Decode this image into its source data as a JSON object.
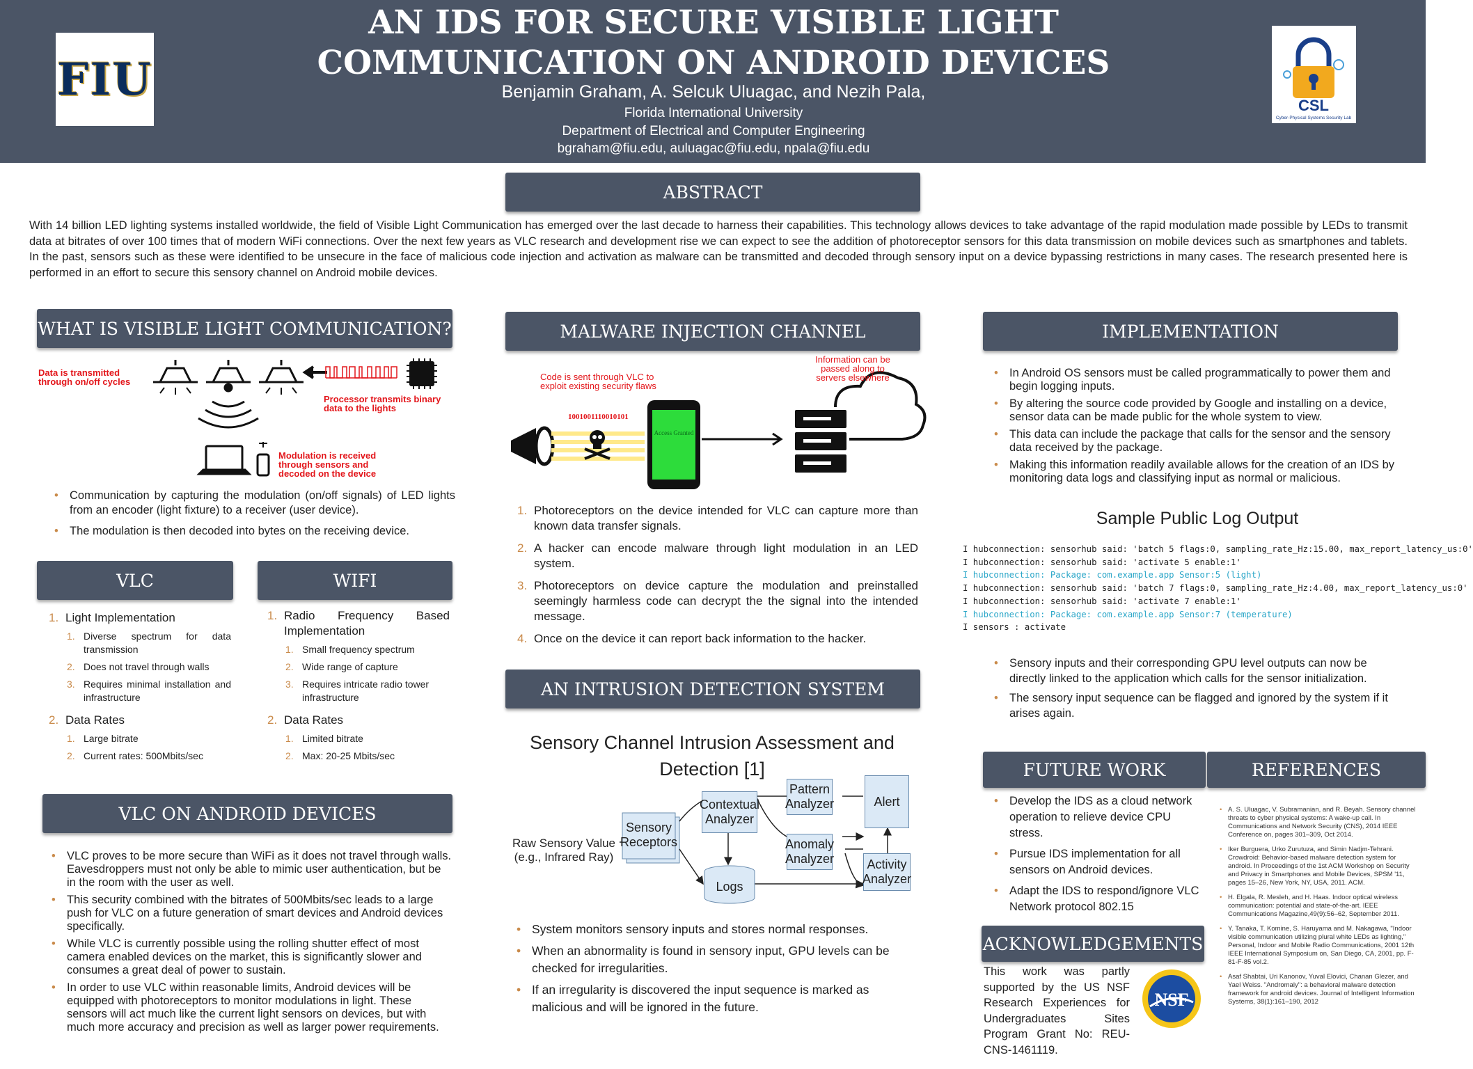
{
  "header": {
    "title": "AN IDS FOR SECURE VISIBLE LIGHT COMMUNICATION ON ANDROID DEVICES",
    "authors": "Benjamin Graham, A. Selcuk Uluagac, and Nezih Pala,",
    "university": "Florida International University",
    "department": "Department of Electrical and Computer Engineering",
    "emails": "bgraham@fiu.edu, auluagac@fiu.edu, npala@fiu.edu",
    "fiu_logo_text": "FIU",
    "csl_logo_text": "CSL",
    "csl_logo_subtext": "Cyber-Physical Systems Security Lab"
  },
  "abstract": {
    "heading": "ABSTRACT",
    "text": "With 14 billion LED lighting systems installed worldwide, the field of Visible Light Communication has emerged over the last decade to harness their capabilities. This technology allows devices to take advantage of the rapid modulation made possible by LEDs to transmit data at bitrates of over 100 times that of modern WiFi connections. Over the next few years as VLC research and development rise we can expect to see the addition of photoreceptor sensors for this data transmission on mobile devices such as smartphones and tablets. In the past, sensors such as these were identified to be unsecure in the face of malicious code injection and activation as malware can be transmitted and decoded through sensory input on a device bypassing restrictions in many cases. The research presented here is performed in an effort to secure this sensory channel on Android mobile devices."
  },
  "vlc_what": {
    "heading": "WHAT IS VISIBLE LIGHT COMMUNICATION?",
    "fig_label_1": "Data is transmitted through on/off cycles",
    "fig_label_2": "Processor transmits binary data to the lights",
    "fig_label_3": "Modulation is received through sensors and decoded on the device",
    "bullets": [
      "Communication by capturing the modulation (on/off signals) of LED lights from an encoder (light fixture) to a receiver (user device).",
      "The modulation is then decoded into bytes on the receiving device."
    ]
  },
  "vlc": {
    "heading": "VLC",
    "items": [
      {
        "num": "1.",
        "label": "Light Implementation",
        "sub": [
          {
            "num": "1.",
            "label": "Diverse spectrum for data transmission"
          },
          {
            "num": "2.",
            "label": "Does not travel through walls"
          },
          {
            "num": "3.",
            "label": "Requires minimal installation and infrastructure"
          }
        ]
      },
      {
        "num": "2.",
        "label": "Data Rates",
        "sub": [
          {
            "num": "1.",
            "label": "Large bitrate"
          },
          {
            "num": "2.",
            "label": "Current rates: 500Mbits/sec"
          }
        ]
      }
    ]
  },
  "wifi": {
    "heading": "WIFI",
    "items": [
      {
        "num": "1.",
        "label": "Radio Frequency Based Implementation",
        "sub": [
          {
            "num": "1.",
            "label": "Small frequency spectrum"
          },
          {
            "num": "2.",
            "label": "Wide range of capture"
          },
          {
            "num": "3.",
            "label": "Requires intricate radio tower infrastructure"
          }
        ]
      },
      {
        "num": "2.",
        "label": "Data Rates",
        "sub": [
          {
            "num": "1.",
            "label": "Limited bitrate"
          },
          {
            "num": "2.",
            "label": "Max: 20-25 Mbits/sec"
          }
        ]
      }
    ]
  },
  "vlc_android": {
    "heading": "VLC ON ANDROID DEVICES",
    "bullets": [
      "VLC proves to be more secure than WiFi as it does not travel through walls. Eavesdroppers must not only be able to mimic user authentication, but be in the room with the user as well.",
      "This security combined with the bitrates of 500Mbits/sec leads to a large push for VLC on a future generation of smart devices and Android devices specifically.",
      "While VLC is currently possible using the rolling shutter effect of most camera enabled devices on the market, this is significantly slower and consumes a great deal of power to sustain.",
      "In order to use VLC within reasonable limits, Android devices will be equipped with photoreceptors to monitor modulations in light. These sensors will act much like the current light sensors on devices, but with much more accuracy and precision as well as larger power requirements."
    ]
  },
  "malware": {
    "heading": "MALWARE INJECTION CHANNEL",
    "fig_label_1": "Code is sent through VLC to exploit existing security flaws",
    "fig_label_2": "Information can be passed along to servers elsewhere",
    "binary": "1001001110010101",
    "phone_text": "Access Granted",
    "items": [
      {
        "num": "1.",
        "label": "Photoreceptors on the device intended for VLC can capture more than known data transfer signals."
      },
      {
        "num": "2.",
        "label": "A hacker can encode malware through light modulation in an LED system."
      },
      {
        "num": "3.",
        "label": "Photoreceptors on device capture the modulation and preinstalled seemingly harmless code can decrypt the the signal into the intended message."
      },
      {
        "num": "4.",
        "label": "Once on the device it can report back information to the hacker."
      }
    ]
  },
  "ids": {
    "heading": "AN INTRUSION DETECTION SYSTEM",
    "fig_title": "Sensory Channel Intrusion Assessment and Detection [1]",
    "boxes": {
      "raw": "Raw Sensory Value (e.g., Infrared Ray)",
      "receptors": "Sensory Receptors",
      "contextual": "Contextual Analyzer",
      "logs": "Logs",
      "pattern": "Pattern Analyzer",
      "anomaly": "Anomaly Analyzer",
      "alert": "Alert",
      "activity": "Activity Analyzer"
    },
    "bullets": [
      "System monitors sensory inputs and stores normal responses.",
      "When an abnormality is found in sensory input, GPU levels can be checked for irregularities.",
      "If an irregularity is discovered the input sequence  is marked as malicious and will be ignored in the future."
    ]
  },
  "implementation": {
    "heading": "IMPLEMENTATION",
    "bullets": [
      "In Android OS sensors must be called programmatically to power them and begin logging inputs.",
      "By altering the source code provided by Google and installing on a device, sensor data can be made public for the whole system to view.",
      "This data can include the package that calls for the sensor and the sensory data received by the package.",
      "Making this information readily available allows for the creation of an IDS by monitoring data logs and classifying input as normal or malicious."
    ],
    "log_title": "Sample Public Log Output",
    "log_lines": [
      "I hubconnection: sensorhub said: 'batch 5 flags:0, sampling_rate_Hz:15.00, max_report_latency_us:0'",
      "I hubconnection: sensorhub said: 'activate 5 enable:1'",
      "I hubconnection: Package: com.example.app Sensor:5 (light)",
      "I hubconnection: sensorhub said: 'batch 7 flags:0, sampling_rate_Hz:4.00, max_report_latency_us:0'",
      "I hubconnection: sensorhub said: 'activate 7 enable:1'",
      "I hubconnection: Package: com.example.app Sensor:7 (temperature)",
      "I sensors : activate"
    ],
    "bullets2": [
      "Sensory inputs and their corresponding GPU level outputs can now be directly linked to the application which calls for the sensor initialization.",
      "The sensory input sequence can be flagged and ignored by the system if it arises again."
    ]
  },
  "future": {
    "heading": "FUTURE WORK",
    "bullets": [
      "Develop the IDS as a cloud network operation to relieve device CPU stress.",
      "Pursue IDS implementation for all sensors on Android devices.",
      "Adapt the IDS to respond/ignore VLC Network protocol 802.15"
    ]
  },
  "ack": {
    "heading": "ACKNOWLEDGEMENTS",
    "text": "This work was partly supported by the US NSF Research Experiences for Undergraduates Sites Program Grant No: REU-CNS-1461119.",
    "nsf_text": "NSF"
  },
  "references": {
    "heading": "REFERENCES",
    "items": [
      "A. S. Uluagac, V. Subramanian, and R. Beyah. Sensory channel threats to cyber physical systems: A wake-up call. In Communications and Network Security (CNS), 2014 IEEE Conference on, pages 301–309, Oct 2014.",
      "Iker Burguera, Urko Zurutuza, and Simin Nadjm-Tehrani. Crowdroid: Behavior-based malware detection system for android. In Proceedings of the 1st ACM Workshop on Security and Privacy in Smartphones and Mobile Devices, SPSM '11, pages 15–26, New York, NY, USA, 2011. ACM.",
      "H. Elgala, R. Mesleh, and H. Haas. Indoor optical wireless communication: potential and state-of-the-art. IEEE Communications Magazine,49(9):56–62, September 2011.",
      "Y. Tanaka, T. Komine, S. Haruyama and M. Nakagawa, \"Indoor visible communication utilizing plural white LEDs as lighting,\" Personal, Indoor and Mobile Radio Communications, 2001 12th IEEE International Symposium on, San Diego, CA, 2001, pp. F-81-F-85 vol.2.",
      "Asaf Shabtai, Uri Kanonov, Yuval Elovici, Chanan Glezer, and Yael Weiss. \"Andromaly\": a behavioral malware detection framework for android devices. Journal of Intelligent Information Systems, 38(1):161–190, 2012"
    ]
  }
}
